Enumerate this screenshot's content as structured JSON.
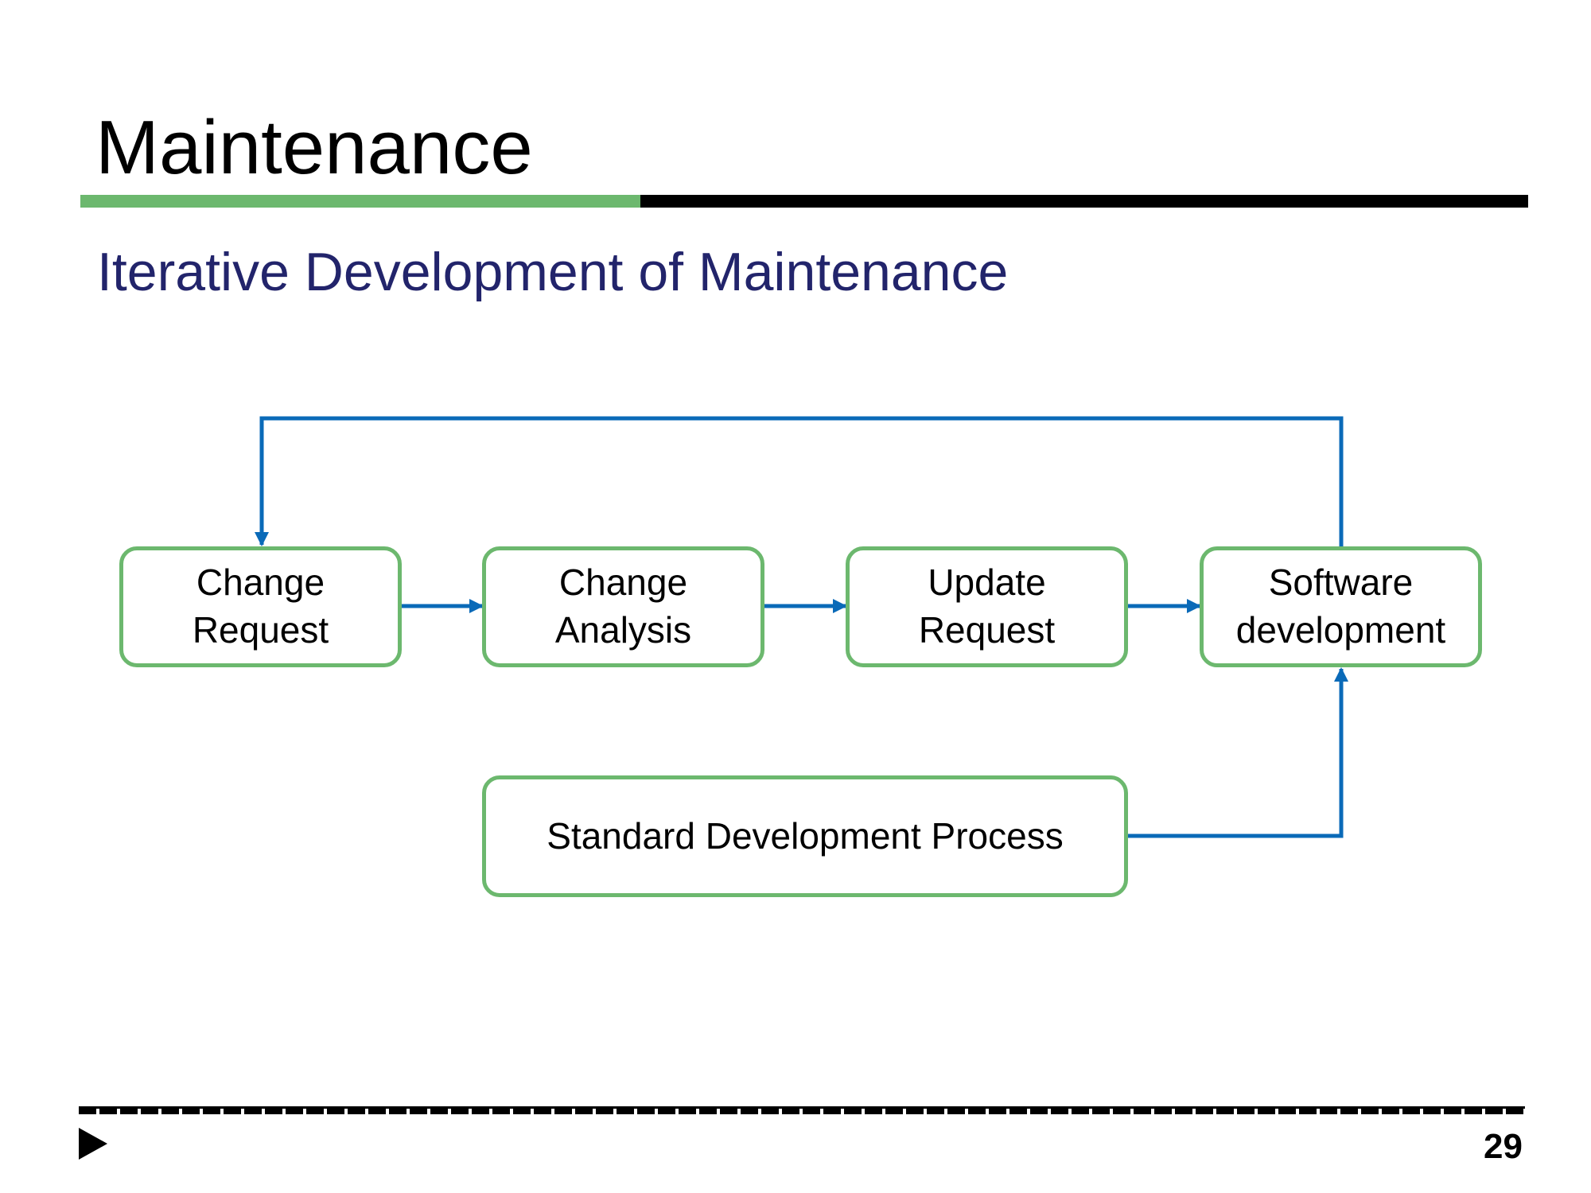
{
  "slide": {
    "title": "Maintenance",
    "subtitle": "Iterative Development of Maintenance",
    "page_number": "29"
  },
  "diagram": {
    "nodes": [
      {
        "id": "change-request",
        "lines": [
          "Change",
          "Request"
        ]
      },
      {
        "id": "change-analysis",
        "lines": [
          "Change",
          "Analysis"
        ]
      },
      {
        "id": "update-request",
        "lines": [
          "Update",
          "Request"
        ]
      },
      {
        "id": "software-development",
        "lines": [
          "Software",
          "development"
        ]
      },
      {
        "id": "standard-development-process",
        "lines": [
          "Standard Development Process"
        ]
      }
    ],
    "edges": [
      {
        "from": "change-request",
        "to": "change-analysis"
      },
      {
        "from": "change-analysis",
        "to": "update-request"
      },
      {
        "from": "update-request",
        "to": "software-development"
      },
      {
        "from": "software-development",
        "to": "change-request"
      },
      {
        "from": "standard-development-process",
        "to": "software-development"
      }
    ]
  },
  "colors": {
    "node_border": "#6cb86e",
    "arrow": "#0a6ab8",
    "subtitle": "#22246b",
    "title_rule_accent": "#6cb86e"
  },
  "icons": {
    "nav": "play-triangle-icon"
  }
}
